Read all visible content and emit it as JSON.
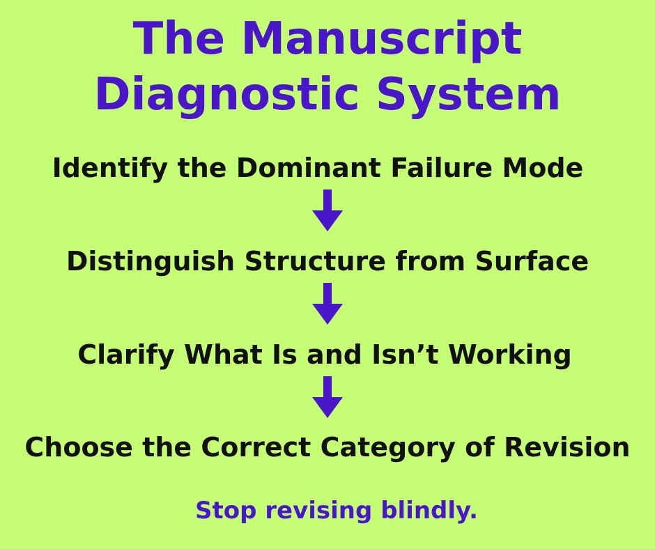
{
  "title": {
    "line1": "The Manuscript",
    "line2": "Diagnostic System"
  },
  "steps": [
    {
      "label": "Identify the Dominant Failure Mode"
    },
    {
      "label": "Distinguish Structure from Surface"
    },
    {
      "label": "Clarify What Is and Isn’t Working"
    },
    {
      "label": "Choose the Correct Category of Revision"
    }
  ],
  "arrows": [
    {
      "icon": "arrow-down-icon"
    },
    {
      "icon": "arrow-down-icon"
    },
    {
      "icon": "arrow-down-icon"
    }
  ],
  "tagline": "Stop revising blindly.",
  "colors": {
    "background": "#c5fd74",
    "accent": "#4a16c9",
    "text": "#111111"
  }
}
